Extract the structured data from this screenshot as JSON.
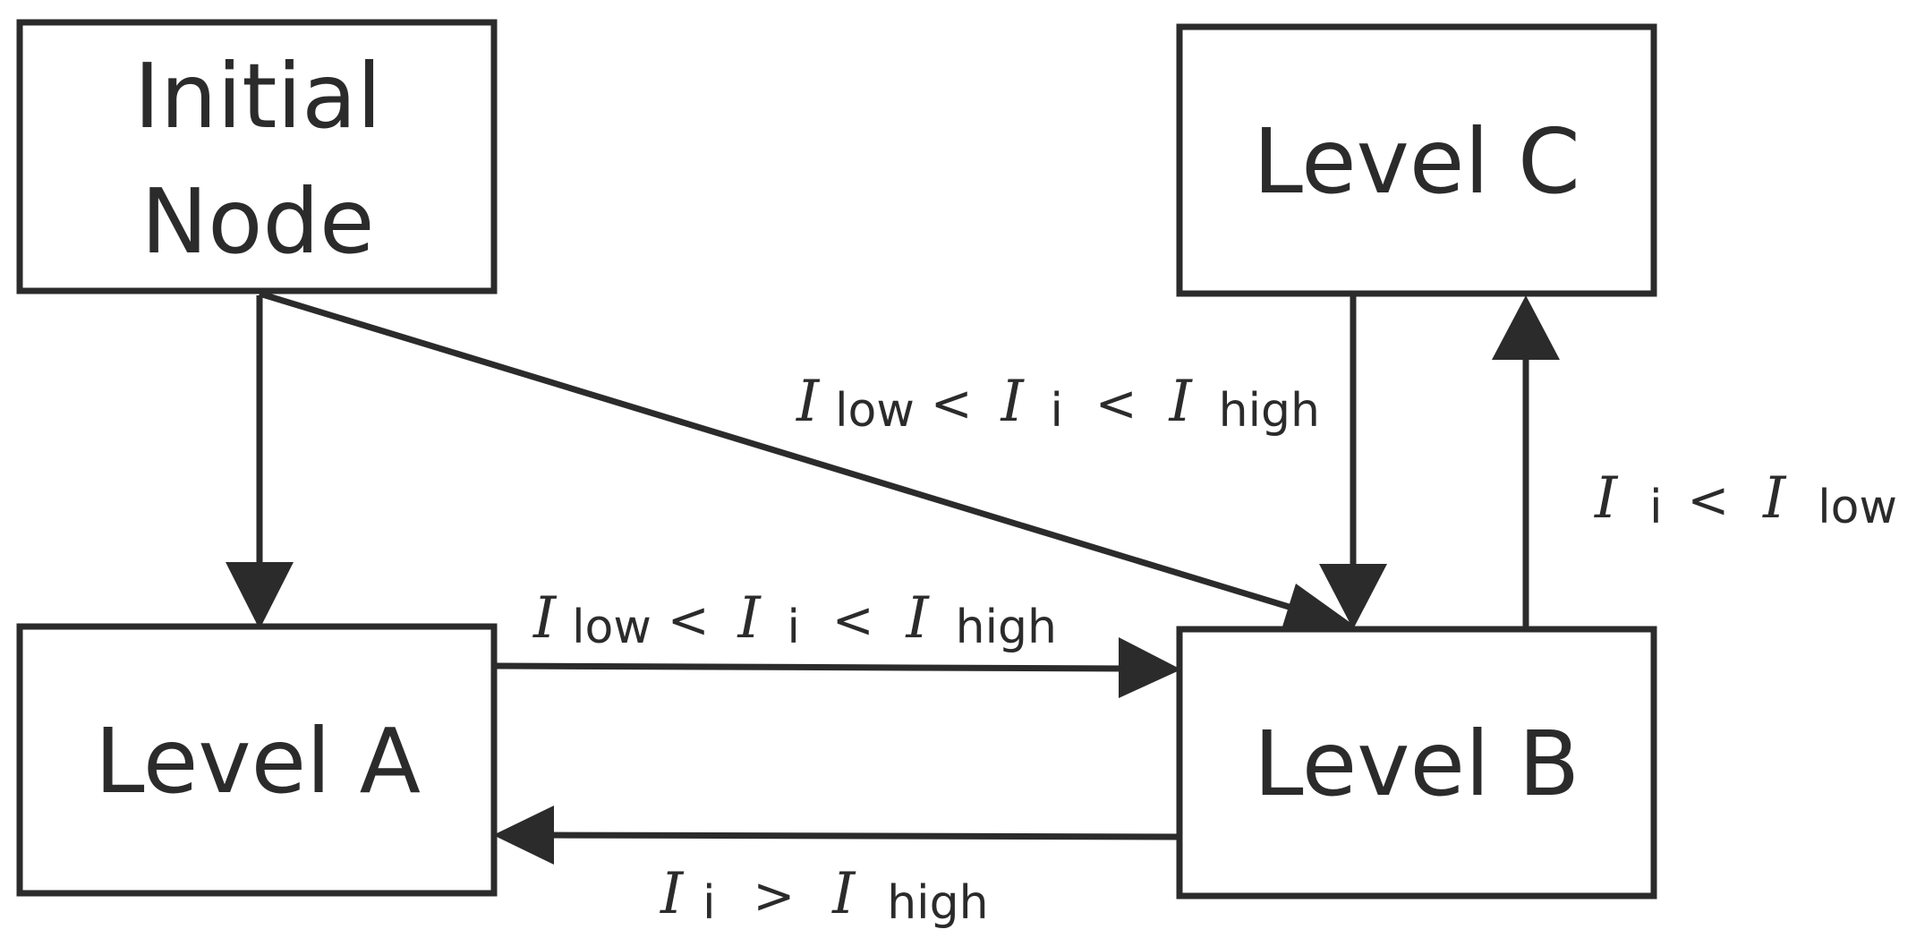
{
  "nodes": {
    "initial": {
      "line1": "Initial",
      "line2": "Node"
    },
    "level_a": {
      "label": "Level A"
    },
    "level_b": {
      "label": "Level B"
    },
    "level_c": {
      "label": "Level C"
    }
  },
  "edges": {
    "initial_to_b": {
      "var": "I",
      "sub_low": "low",
      "lt1": "<",
      "sub_i": "i",
      "lt2": "<",
      "sub_high": "high"
    },
    "a_to_b": {
      "var": "I",
      "sub_low": "low",
      "lt1": "<",
      "sub_i": "i",
      "lt2": "<",
      "sub_high": "high"
    },
    "b_to_a": {
      "var": "I",
      "sub_i": "i",
      "gt": ">",
      "sub_high": "high"
    },
    "b_to_c": {
      "var": "I",
      "sub_i": "i",
      "lt": "<",
      "sub_low": "low"
    }
  },
  "colors": {
    "stroke": "#2b2b2b",
    "background": "#ffffff"
  }
}
